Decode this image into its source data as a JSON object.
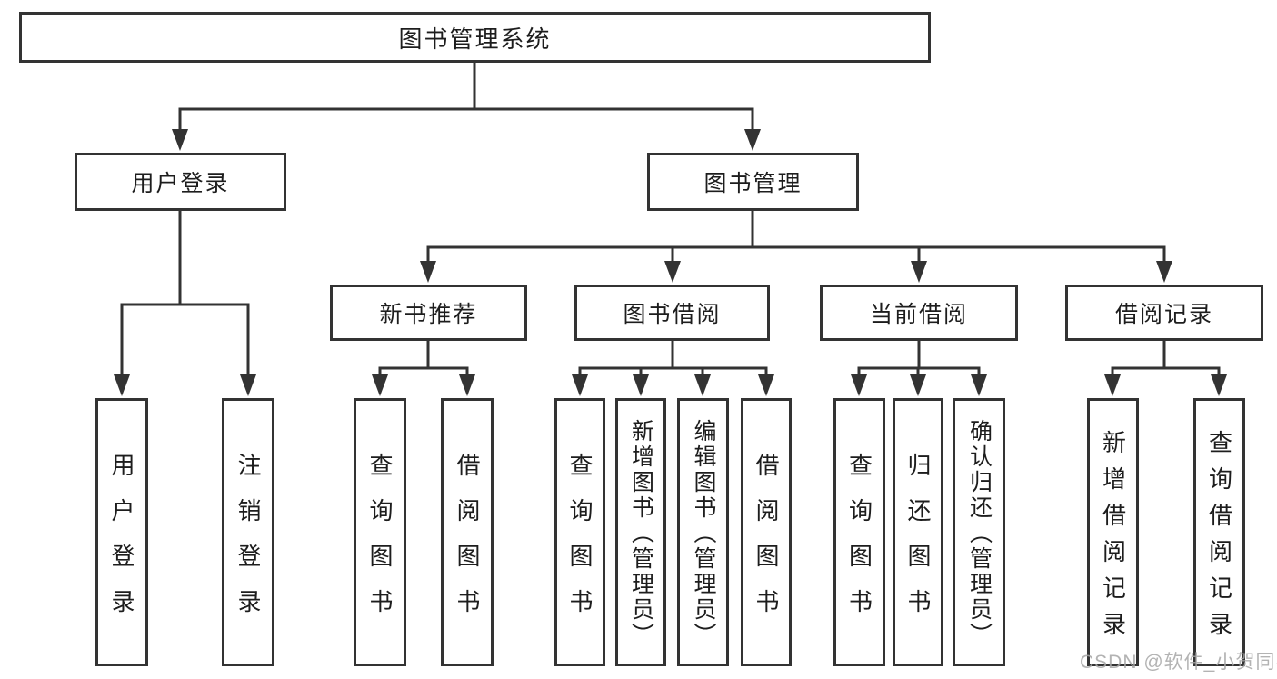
{
  "diagram": {
    "type": "hierarchy-tree",
    "colors": {
      "line": "#333333",
      "text": "#1d1d1d",
      "background": "#ffffff",
      "watermark": "#a6a6a6"
    },
    "watermark": "CSDN @软件_小贺同学",
    "tree": {
      "root": {
        "label": "图书管理系统"
      },
      "children": [
        {
          "label": "用户登录",
          "children": [
            {
              "label": "用户登录"
            },
            {
              "label": "注销登录"
            }
          ]
        },
        {
          "label": "图书管理",
          "children": [
            {
              "label": "新书推荐",
              "children": [
                {
                  "label": "查询图书"
                },
                {
                  "label": "借阅图书"
                }
              ]
            },
            {
              "label": "图书借阅",
              "children": [
                {
                  "label": "查询图书"
                },
                {
                  "label": "新增图书（管理员）"
                },
                {
                  "label": "编辑图书（管理员）"
                },
                {
                  "label": "借阅图书"
                }
              ]
            },
            {
              "label": "当前借阅",
              "children": [
                {
                  "label": "查询图书"
                },
                {
                  "label": "归还图书"
                },
                {
                  "label": "确认归还（管理员）"
                }
              ]
            },
            {
              "label": "借阅记录",
              "children": [
                {
                  "label": "新增借阅记录"
                },
                {
                  "label": "查询借阅记录"
                }
              ]
            }
          ]
        }
      ]
    }
  }
}
